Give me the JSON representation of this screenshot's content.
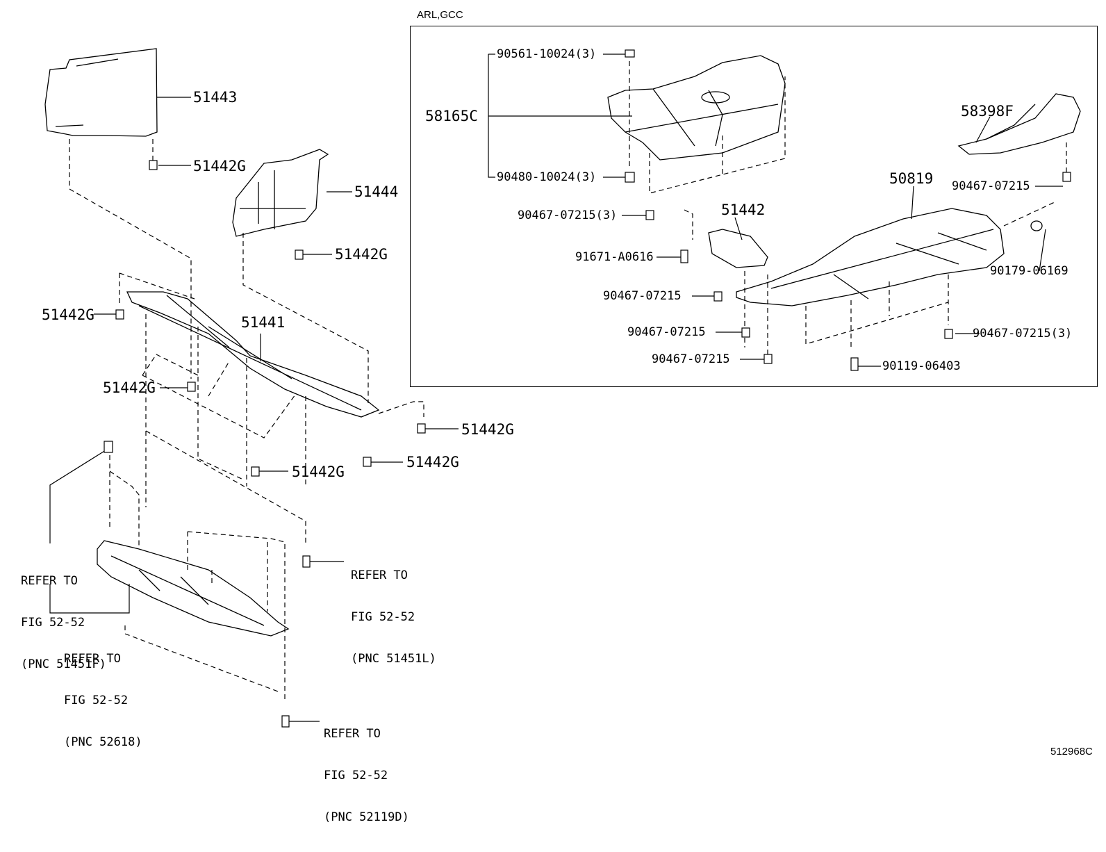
{
  "inset": {
    "title": "ARL,GCC"
  },
  "diagram_id": "512968C",
  "main_parts": [
    {
      "id": "p51443",
      "text": "51443"
    },
    {
      "id": "p51442g_a",
      "text": "51442G"
    },
    {
      "id": "p51444",
      "text": "51444"
    },
    {
      "id": "p51442g_b",
      "text": "51442G"
    },
    {
      "id": "p51442g_c",
      "text": "51442G"
    },
    {
      "id": "p51441",
      "text": "51441"
    },
    {
      "id": "p51442g_d",
      "text": "51442G"
    },
    {
      "id": "p51442g_e",
      "text": "51442G"
    },
    {
      "id": "p51442g_f",
      "text": "51442G"
    },
    {
      "id": "p51442g_g",
      "text": "51442G"
    }
  ],
  "inset_parts": [
    {
      "id": "p90561",
      "text": "90561-10024(3)"
    },
    {
      "id": "p58165c",
      "text": "58165C"
    },
    {
      "id": "p90480",
      "text": "90480-10024(3)"
    },
    {
      "id": "p90467_3a",
      "text": "90467-07215(3)"
    },
    {
      "id": "p58398f",
      "text": "58398F"
    },
    {
      "id": "p90467_r",
      "text": "90467-07215"
    },
    {
      "id": "p50819",
      "text": "50819"
    },
    {
      "id": "p51442",
      "text": "51442"
    },
    {
      "id": "p91671",
      "text": "91671-A0616"
    },
    {
      "id": "p90179",
      "text": "90179-06169"
    },
    {
      "id": "p90467_m1",
      "text": "90467-07215"
    },
    {
      "id": "p90467_m2",
      "text": "90467-07215"
    },
    {
      "id": "p90467_3b",
      "text": "90467-07215(3)"
    },
    {
      "id": "p90467_m3",
      "text": "90467-07215"
    },
    {
      "id": "p90119",
      "text": "90119-06403"
    }
  ],
  "references": [
    {
      "id": "ref_51451f",
      "line1": "REFER TO",
      "line2": "FIG 52-52",
      "line3": "(PNC 51451F)"
    },
    {
      "id": "ref_52618",
      "line1": "REFER TO",
      "line2": "FIG 52-52",
      "line3": "(PNC 52618)"
    },
    {
      "id": "ref_51451l",
      "line1": "REFER TO",
      "line2": "FIG 52-52",
      "line3": "(PNC 51451L)"
    },
    {
      "id": "ref_52119d",
      "line1": "REFER TO",
      "line2": "FIG 52-52",
      "line3": "(PNC 52119D)"
    }
  ]
}
